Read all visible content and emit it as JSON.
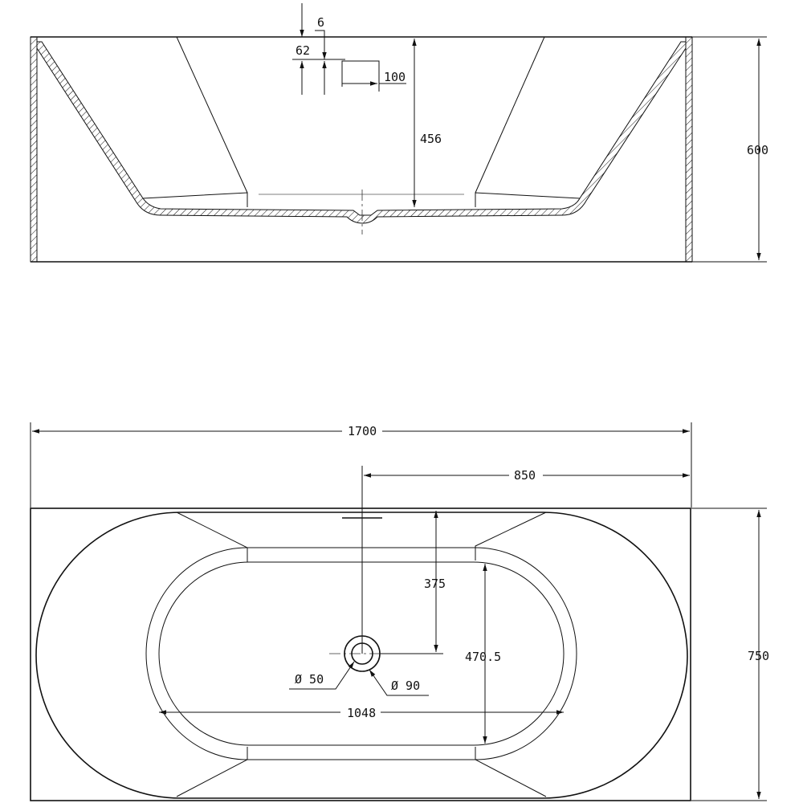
{
  "side_view": {
    "dim_top_wall": "6",
    "dim_rim": "62",
    "dim_overflow": "100",
    "dim_inner_depth": "456",
    "dim_total_height": "600"
  },
  "top_view": {
    "dim_length": "1700",
    "dim_drain_offset": "850",
    "dim_drain_from_wall": "375",
    "dim_inner_width": "470.5",
    "dim_inner_length": "1048",
    "dim_drain_small": "Ø 50",
    "dim_drain_large": "Ø 90",
    "dim_width": "750"
  }
}
